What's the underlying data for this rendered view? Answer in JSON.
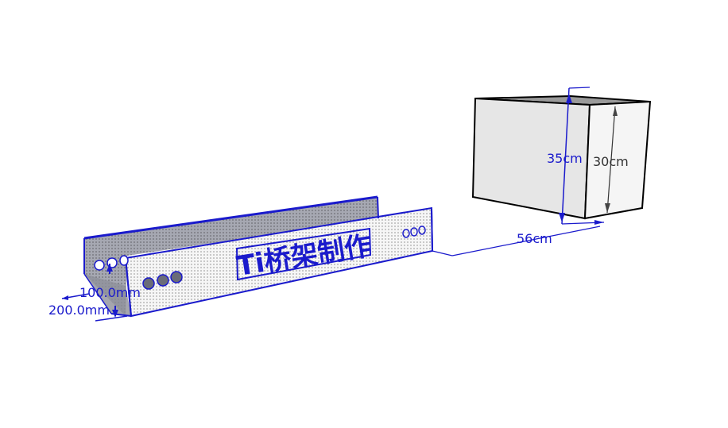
{
  "scene": {
    "background": "#ffffff",
    "accent_color": "#1a1acc",
    "edge_color": "#000000"
  },
  "cable_tray": {
    "label": "Ti桥架制作",
    "fill_front": "#f4f4f4",
    "fill_inner": "#a8a8b0",
    "hole_groups": [
      "left-end-holes",
      "front-holes",
      "right-end-holes"
    ]
  },
  "tray_dimensions": {
    "height_label": "100.0mm",
    "width_label": "200.0mm"
  },
  "box": {
    "fill_left": "#e6e6e6",
    "fill_right": "#f5f5f5",
    "fill_top": "#9a9a9a"
  },
  "box_dimensions": {
    "height_outer_label": "35cm",
    "height_inner_label": "30cm",
    "distance_label": "56cm"
  }
}
